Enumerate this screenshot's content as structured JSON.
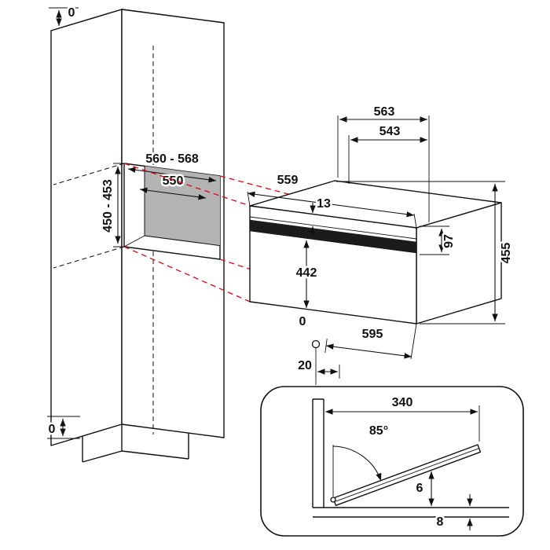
{
  "diagram": {
    "title_hint": "built-in compact oven installation dimensions",
    "colors": {
      "projection_red": "#e30613",
      "niche_gray": "#b3b3b3",
      "line": "#111111"
    },
    "cabinet": {
      "top_clearance": "0",
      "bottom_clearance": "0"
    },
    "niche": {
      "width": "560 - 568",
      "depth": "550",
      "height": "450 - 453"
    },
    "oven": {
      "depth_total": "563",
      "depth_body": "543",
      "width_body": "559",
      "top_gap": "13",
      "door_height": "442",
      "front_height": "97",
      "height": "455",
      "width": "595",
      "floor_ref": "0",
      "front_offset": "20"
    },
    "detail": {
      "door_depth": "340",
      "door_angle": "85°",
      "door_gap": "6",
      "bottom_gap": "8"
    }
  }
}
